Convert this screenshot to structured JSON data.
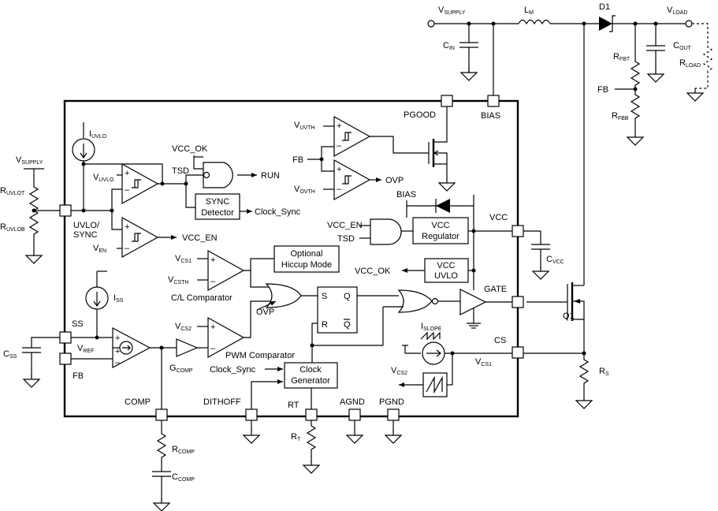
{
  "labels": {
    "vsupply_top": "V",
    "vsupply_top_sub": "SUPPLY",
    "lm": "L",
    "lm_sub": "M",
    "d1": "D1",
    "vload": "V",
    "vload_sub": "LOAD",
    "cin": "C",
    "cin_sub": "IN",
    "cout": "C",
    "cout_sub": "OUT",
    "rfbt": "R",
    "rfbt_sub": "FBT",
    "rfbb": "R",
    "rfbb_sub": "FBB",
    "rload": "R",
    "rload_sub": "LOAD",
    "fb_ext": "FB",
    "pgood": "PGOOD",
    "bias_pin": "BIAS",
    "iuvlo": "I",
    "iuvlo_sub": "UVLO",
    "vcc_ok_top": "VCC_OK",
    "tsd_top": "TSD",
    "run": "RUN",
    "vuvlo": "V",
    "vuvlo_sub": "UVLO",
    "sync_det_1": "SYNC",
    "sync_det_2": "Detector",
    "clock_sync_out": "Clock_Sync",
    "ven": "V",
    "ven_sub": "EN",
    "vcc_en_out": "VCC_EN",
    "vsupply_left": "V",
    "vsupply_left_sub": "SUPPLY",
    "ruvlot": "R",
    "ruvlot_sub": "UVLOT",
    "ruvlob": "R",
    "ruvlob_sub": "UVLOB",
    "uvlo_pin_1": "UVLO/",
    "uvlo_pin_2": "SYNC",
    "vuvth": "V",
    "vuvth_sub": "UVTH",
    "fb_int": "FB",
    "vovth": "V",
    "vovth_sub": "OVTH",
    "ovp_out": "OVP",
    "bias_int": "BIAS",
    "vcc_en_in": "VCC_EN",
    "tsd_in": "TSD",
    "vcc_reg_1": "VCC",
    "vcc_reg_2": "Regulator",
    "vcc_pin": "VCC",
    "cvcc": "C",
    "cvcc_sub": "VCC",
    "vcs1": "V",
    "vcs1_sub": "CS1",
    "vcsth": "V",
    "vcsth_sub": "CSTH",
    "cl_comp": "C/L Comparator",
    "hiccup_1": "Optional",
    "hiccup_2": "Hiccup Mode",
    "vcc_ok_out": "VCC_OK",
    "vcc_uvlo_1": "VCC",
    "vcc_uvlo_2": "UVLO",
    "iss": "I",
    "iss_sub": "SS",
    "ovp_in": "OVP",
    "ff_s": "S",
    "ff_q": "Q",
    "ff_r": "R",
    "ff_qbar": "Q",
    "gate_pin": "GATE",
    "q1": "Q1",
    "ss_pin": "SS",
    "vref": "V",
    "vref_sub": "REF",
    "vcs2": "V",
    "vcs2_sub": "CS2",
    "islope": "I",
    "islope_sub": "SLOPE",
    "cs_pin": "CS",
    "vcs1_b": "V",
    "vcs1_b_sub": "CS1",
    "css": "C",
    "css_sub": "SS",
    "fb_pin": "FB",
    "gcomp": "G",
    "gcomp_sub": "COMP",
    "pwm_comp": "PWM Comparator",
    "clock_sync_in": "Clock_Sync",
    "clk_gen_1": "Clock",
    "clk_gen_2": "Generator",
    "vcs2_b": "V",
    "vcs2_b_sub": "CS2",
    "rs": "R",
    "rs_sub": "S",
    "comp_pin": "COMP",
    "dithoff_pin": "DITHOFF",
    "rt_pin": "RT",
    "agnd_pin": "AGND",
    "pgnd_pin": "PGND",
    "rt": "R",
    "rt_sub": "T",
    "rcomp": "R",
    "rcomp_sub": "COMP",
    "ccomp": "C",
    "ccomp_sub": "COMP"
  }
}
